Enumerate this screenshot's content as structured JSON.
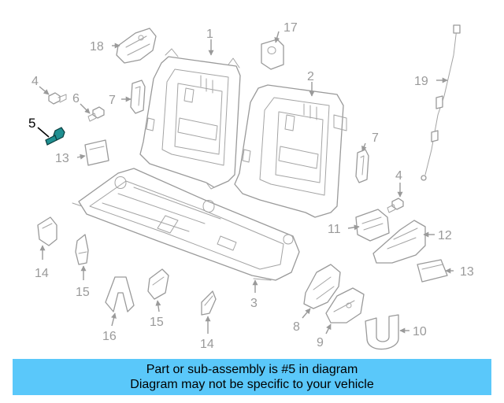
{
  "callouts": {
    "c1": "1",
    "c2": "2",
    "c3": "3",
    "c4a": "4",
    "c4b": "4",
    "c5": "5",
    "c6": "6",
    "c7a": "7",
    "c7b": "7",
    "c8": "8",
    "c9": "9",
    "c10": "10",
    "c11": "11",
    "c12": "12",
    "c13a": "13",
    "c13b": "13",
    "c14a": "14",
    "c14b": "14",
    "c15a": "15",
    "c15b": "15",
    "c16": "16",
    "c17": "17",
    "c18": "18",
    "c19": "19"
  },
  "highlighted_part": "5",
  "banner": {
    "line1": "Part or sub-assembly is #5 in diagram",
    "line2": "Diagram may not be specific to your vehicle"
  },
  "colors": {
    "highlight": "#1f8f91",
    "banner_bg": "#5ac8fa",
    "line_gray": "#9a9a9a"
  }
}
